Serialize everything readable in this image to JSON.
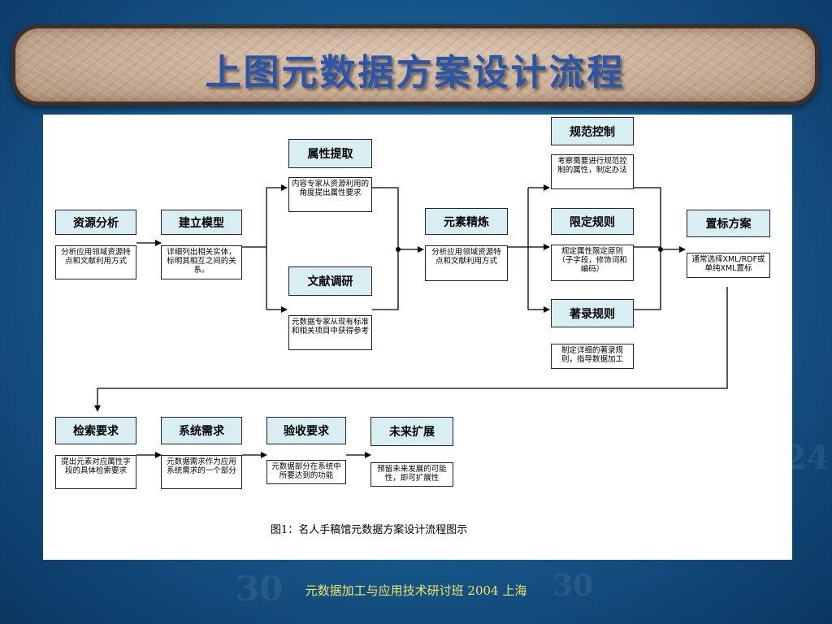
{
  "title": "上图元数据方案设计流程",
  "boxes": {
    "resource_analysis": {
      "label": "资源分析",
      "desc": "分析应用领域资源特点和文献利用方式"
    },
    "build_model": {
      "label": "建立模型",
      "desc": "详细列出相关实体，标明其相互之间的关系。"
    },
    "attribute_extract": {
      "label": "属性提取",
      "desc": "内容专家从资源利用的角度提出属性要求"
    },
    "literature_research": {
      "label": "文献调研",
      "desc": "元数据专家从现有标准和相关项目中获得参考"
    },
    "element_refine": {
      "label": "元素精炼",
      "desc": "分析应用领域资源特点和文献利用方式"
    },
    "norm_control": {
      "label": "规范控制",
      "desc": "考察需要进行规范控制的属性，制定办法"
    },
    "limit_rules": {
      "label": "限定规则",
      "desc": "规定属性限定原则（子字段，修饰词和编码）"
    },
    "catalog_rules": {
      "label": "著录规则",
      "desc": "制定详细的著录规则，指导数据加工"
    },
    "markup_scheme": {
      "label": "置标方案",
      "desc": "通常选择XML/RDF或单纯XML置标"
    },
    "retrieval_req": {
      "label": "检索要求",
      "desc": "提出元素对应属性字段的具体检索要求"
    },
    "system_req": {
      "label": "系统需求",
      "desc": "元数据需求作为应用系统需求的一个部分"
    },
    "acceptance_req": {
      "label": "验收要求",
      "desc": "元数据部分在系统中所要达到的功能"
    },
    "future_ext": {
      "label": "未来扩展",
      "desc": "预留未来发展的可能性，即可扩展性"
    }
  },
  "caption": "图1：名人手稿馆元数据方案设计流程图示",
  "footer": "元数据加工与应用技术研讨班   2004  上海",
  "colors": {
    "header_fill": "#d8eef3",
    "title_text": "#2a55a8",
    "footer_text": "#f2e56a"
  }
}
